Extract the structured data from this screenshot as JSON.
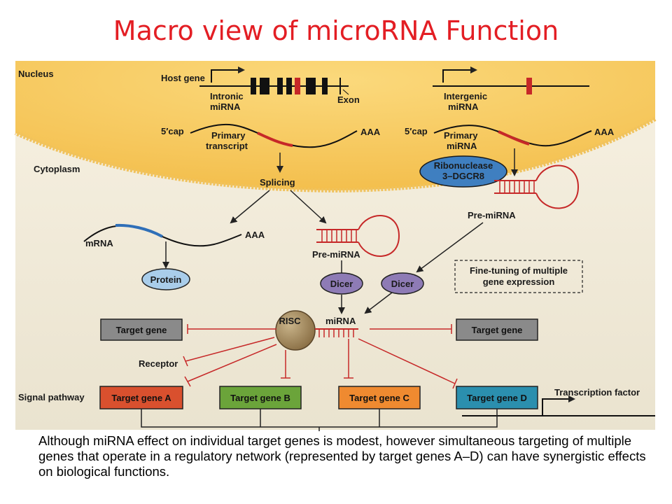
{
  "title": "Macro view of microRNA Function",
  "caption": "Although miRNA effect on individual target genes is modest, however simultaneous targeting of multiple genes that operate in a regulatory network (represented by target genes A–D) can have synergistic effects on biological functions.",
  "labels": {
    "nucleus": "Nucleus",
    "cytoplasm": "Cytoplasm",
    "host_gene": "Host gene",
    "intronic_1": "Intronic",
    "intronic_2": "miRNA",
    "exon": "Exon",
    "intergenic_1": "Intergenic",
    "intergenic_2": "miRNA",
    "cap_left": "5′cap",
    "cap_right": "5′cap",
    "aaa_left": "AAA",
    "aaa_right": "AAA",
    "aaa_mrna": "AAA",
    "primary_transcript_1": "Primary",
    "primary_transcript_2": "transcript",
    "primary_mirna_1": "Primary",
    "primary_mirna_2": "miRNA",
    "ribonuclease_1": "Ribonuclease",
    "ribonuclease_2": "3–DGCR8",
    "splicing": "Splicing",
    "mrna": "mRNA",
    "protein": "Protein",
    "pre_mirna_left": "Pre-miRNA",
    "pre_mirna_right": "Pre-miRNA",
    "dicer_left": "Dicer",
    "dicer_right": "Dicer",
    "fine_tuning_1": "Fine-tuning of multiple",
    "fine_tuning_2": "gene expression",
    "risc": "RISC",
    "mirna": "miRNA",
    "target_gene_left": "Target gene",
    "target_gene_right": "Target gene",
    "receptor": "Receptor",
    "signal_pathway": "Signal pathway",
    "target_a": "Target gene A",
    "target_b": "Target gene B",
    "target_c": "Target gene C",
    "target_d": "Target gene D",
    "transcription_factor": "Transcription factor"
  },
  "colors": {
    "title": "#e31e24",
    "mirna_red": "#c62828",
    "target_a": "#d9502e",
    "target_b": "#6ba43a",
    "target_c": "#ef8a30",
    "target_d": "#2b8fae",
    "target_gene_grey": "#8a8a8a",
    "nucleus": "#f6c760",
    "protein": "#a9cdea",
    "dicer": "#8e7bb5",
    "ribonuclease": "#3f7fc0",
    "risc": "#a38a5e"
  },
  "icons": {
    "arrow": "arrow-icon",
    "inhibition": "inhibition-bar-icon",
    "hairpin": "hairpin-loop-icon"
  }
}
